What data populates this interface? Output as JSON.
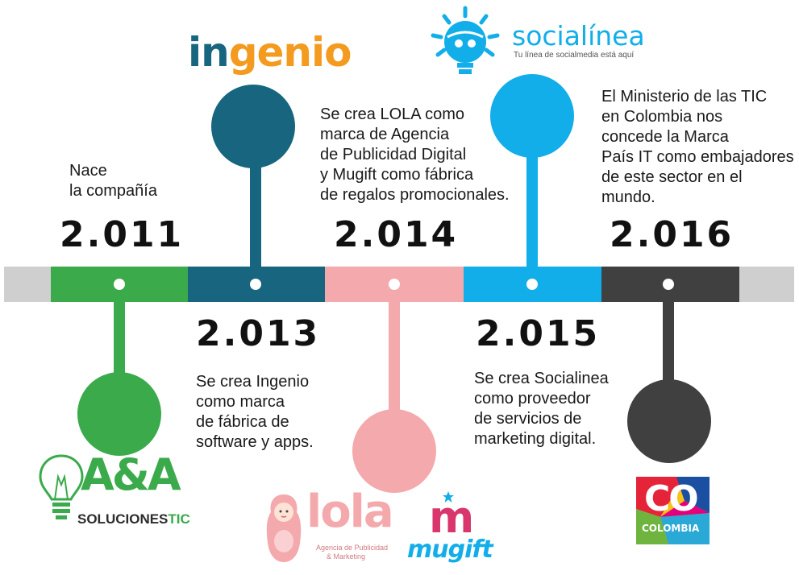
{
  "colors": {
    "gray": "#cfcfcf",
    "green": "#3aaa4b",
    "teal": "#17657f",
    "pink": "#f4a9ad",
    "blue": "#12aee9",
    "dark": "#404040",
    "orange": "#f39a1f"
  },
  "events": [
    {
      "year": "2.011",
      "text": "Nace\nla compañía"
    },
    {
      "year": "2.013",
      "text": "Se crea Ingenio\ncomo marca\nde fábrica de\nsoftware y apps."
    },
    {
      "year": "2.014",
      "text": "Se crea LOLA como\nmarca de Agencia\nde Publicidad Digital\ny Mugift como fábrica\nde regalos promocionales."
    },
    {
      "year": "2.015",
      "text": "Se crea Socialinea\ncomo proveedor\nde servicios de\nmarketing digital."
    },
    {
      "year": "2.016",
      "text": "El Ministerio de las TIC\nen Colombia nos\nconcede la Marca\nPaís IT como embajadores\nde este sector en el\nmundo."
    }
  ],
  "logos": {
    "ingenio": {
      "part1": "in",
      "part2": "genio"
    },
    "socialinea": {
      "name": "socialínea",
      "tagline": "Tu línea de socialmedia está aquí"
    },
    "ayA": {
      "mark": "A&A",
      "sub1": "SOLUCIONES",
      "sub2": "TIC"
    },
    "lola": {
      "name": "lola",
      "tagline1": "Agencia de Publicidad",
      "tagline2": "& Marketing"
    },
    "mugift": {
      "mark": "m",
      "name": "mugift"
    },
    "colombia": {
      "mark": "CO",
      "name": "COLOMBIA"
    }
  }
}
